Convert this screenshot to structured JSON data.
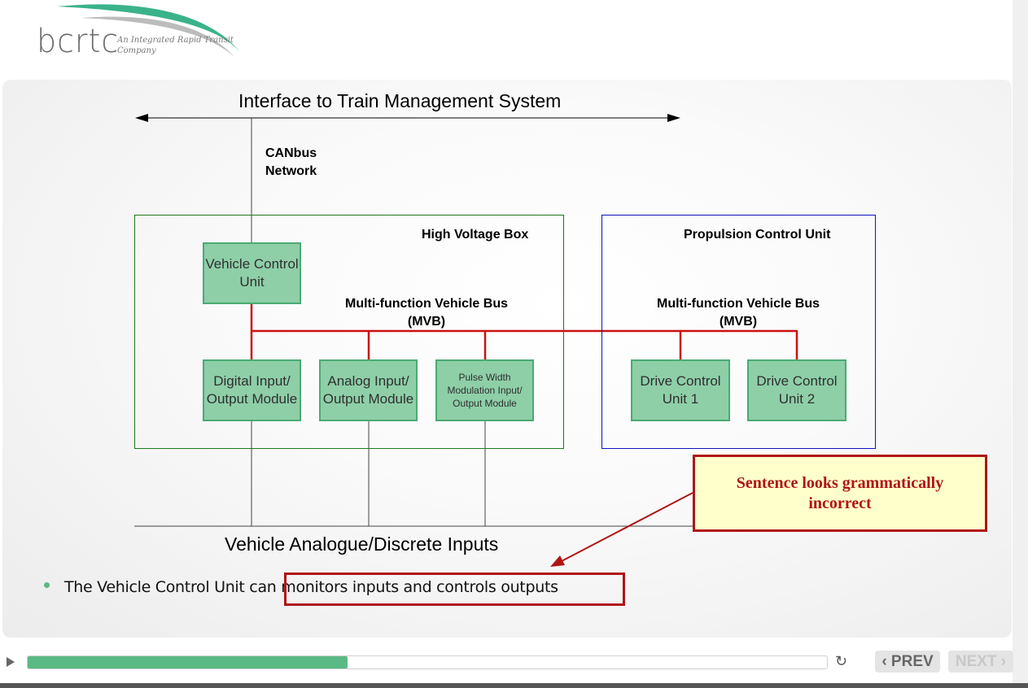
{
  "logo": {
    "wordmark": "bcrtc",
    "tagline": "An Integrated Rapid Transit Company"
  },
  "diagram": {
    "title": "Interface to Train Management System",
    "canbus": "CANbus Network",
    "high_voltage_box": "High Voltage Box",
    "propulsion_control_unit": "Propulsion Control Unit",
    "mvb_left": "Multi-function Vehicle Bus (MVB)",
    "mvb_right": "Multi-function Vehicle Bus (MVB)",
    "modules": {
      "vcu": "Vehicle Control Unit",
      "dio": "Digital Input/ Output Module",
      "aio": "Analog Input/ Output Module",
      "pwm": "Pulse Width Modulation Input/ Output Module",
      "dcu1": "Drive Control Unit 1",
      "dcu2": "Drive Control Unit 2"
    },
    "inputs_label": "Vehicle Analogue/Discrete Inputs"
  },
  "bullet": {
    "text": "The Vehicle Control Unit can monitors inputs and controls outputs"
  },
  "callout": {
    "text": "Sentence looks grammatically incorrect"
  },
  "player": {
    "progress": 0.4,
    "replay_icon": "↻",
    "prev_label": "‹ PREV",
    "next_label": "NEXT ›",
    "accent_color": "#5ab883"
  },
  "colors": {
    "annotation": "#b01515",
    "bus": "#cc1111",
    "module_fill": "#8ecfa8"
  }
}
